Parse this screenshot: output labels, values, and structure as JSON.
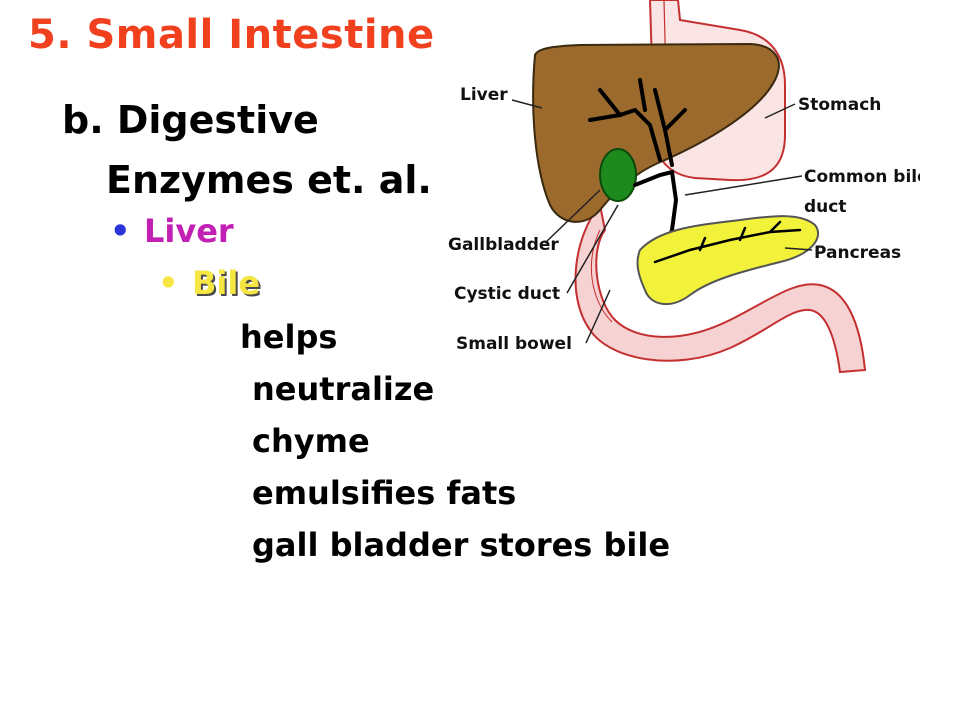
{
  "slide": {
    "title": "5. Small Intestine",
    "subhead_line1": "b. Digestive",
    "subhead_line2": "Enzymes et. al.",
    "bullet_symbol": "•",
    "liver_label": "Liver",
    "bile_label": "Bile",
    "body_lines": [
      "helps",
      "neutralize",
      "chyme",
      "emulsifies fats",
      "gall bladder stores bile"
    ]
  },
  "diagram": {
    "labels": {
      "liver": "Liver",
      "gallbladder": "Gallbladder",
      "cystic_duct": "Cystic duct",
      "small_bowel": "Small bowel",
      "stomach": "Stomach",
      "common_bile_duct_1": "Common bile",
      "common_bile_duct_2": "duct",
      "pancreas": "Pancreas"
    }
  },
  "colors": {
    "title": "#f0401e",
    "bullet_liver": "#c21fb4",
    "bullet_bile": "#f5e642",
    "bullet_dot_liver": "#2a34d8",
    "liver_fill": "#9b6a2c",
    "gallbladder_fill": "#1d8a1d",
    "pancreas_fill": "#f2f23a",
    "bowel_fill": "#f6d2d2",
    "bowel_stroke": "#c43030"
  }
}
